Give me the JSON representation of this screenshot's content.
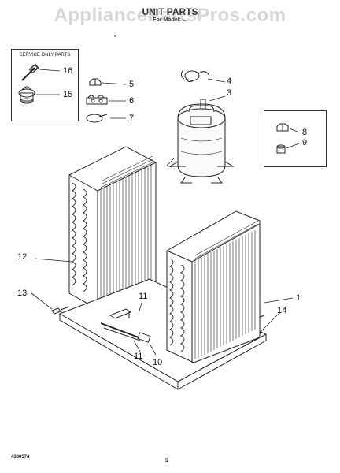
{
  "watermark": "AppliancePartsPros.com",
  "title": "UNIT PARTS",
  "subtitle": "For Model: ...",
  "service_box_label": "SERVICE ONLY PARTS",
  "callouts": {
    "c1": "1",
    "c3": "3",
    "c4": "4",
    "c5": "5",
    "c6": "6",
    "c7": "7",
    "c8": "8",
    "c9": "9",
    "c10": "10",
    "c11a": "11",
    "c11b": "11",
    "c12": "12",
    "c13": "13",
    "c14": "14",
    "c15": "15",
    "c16": "16"
  },
  "footer": {
    "doc_number": "4380574",
    "page": "5"
  }
}
